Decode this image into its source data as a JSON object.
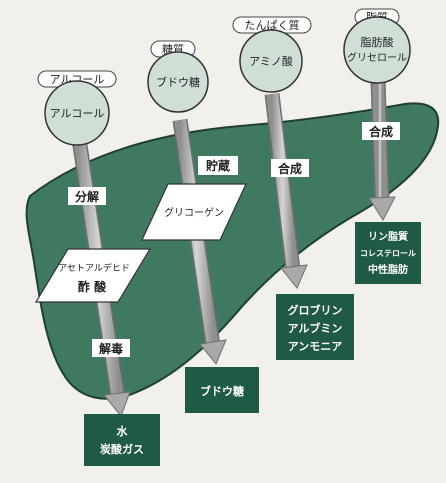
{
  "nutrients": {
    "alcohol": {
      "category": "アルコール",
      "node": "アルコール"
    },
    "sugar": {
      "category": "糖質",
      "node": "ブドウ糖"
    },
    "protein": {
      "category": "たんぱく質",
      "node": "アミノ酸"
    },
    "lipid": {
      "category": "脂質",
      "node_line1": "脂肪酸",
      "node_line2": "グリセロール"
    }
  },
  "processes": {
    "decompose": "分解",
    "detox": "解毒",
    "storage": "貯蔵",
    "synthesis_protein": "合成",
    "synthesis_lipid": "合成"
  },
  "intermediates": {
    "alcohol_line1": "アセトアルデヒド",
    "alcohol_line2": "酢 酸",
    "sugar": "グリコーゲン"
  },
  "products": {
    "alcohol_line1": "水",
    "alcohol_line2": "炭酸ガス",
    "sugar": "ブドウ糖",
    "protein": [
      "グロブリン",
      "アルブミン",
      "アンモニア"
    ],
    "lipid": [
      "リン脂質",
      "コレステロール",
      "中性脂肪"
    ]
  },
  "colors": {
    "liver_fill": "#3f7a60",
    "liver_stroke": "#1f3f30",
    "node_fill": "#cfdfd5",
    "arrow_fill": "#b5b5b5",
    "product_box": "#1f5a45",
    "background": "#f2f0ea"
  }
}
